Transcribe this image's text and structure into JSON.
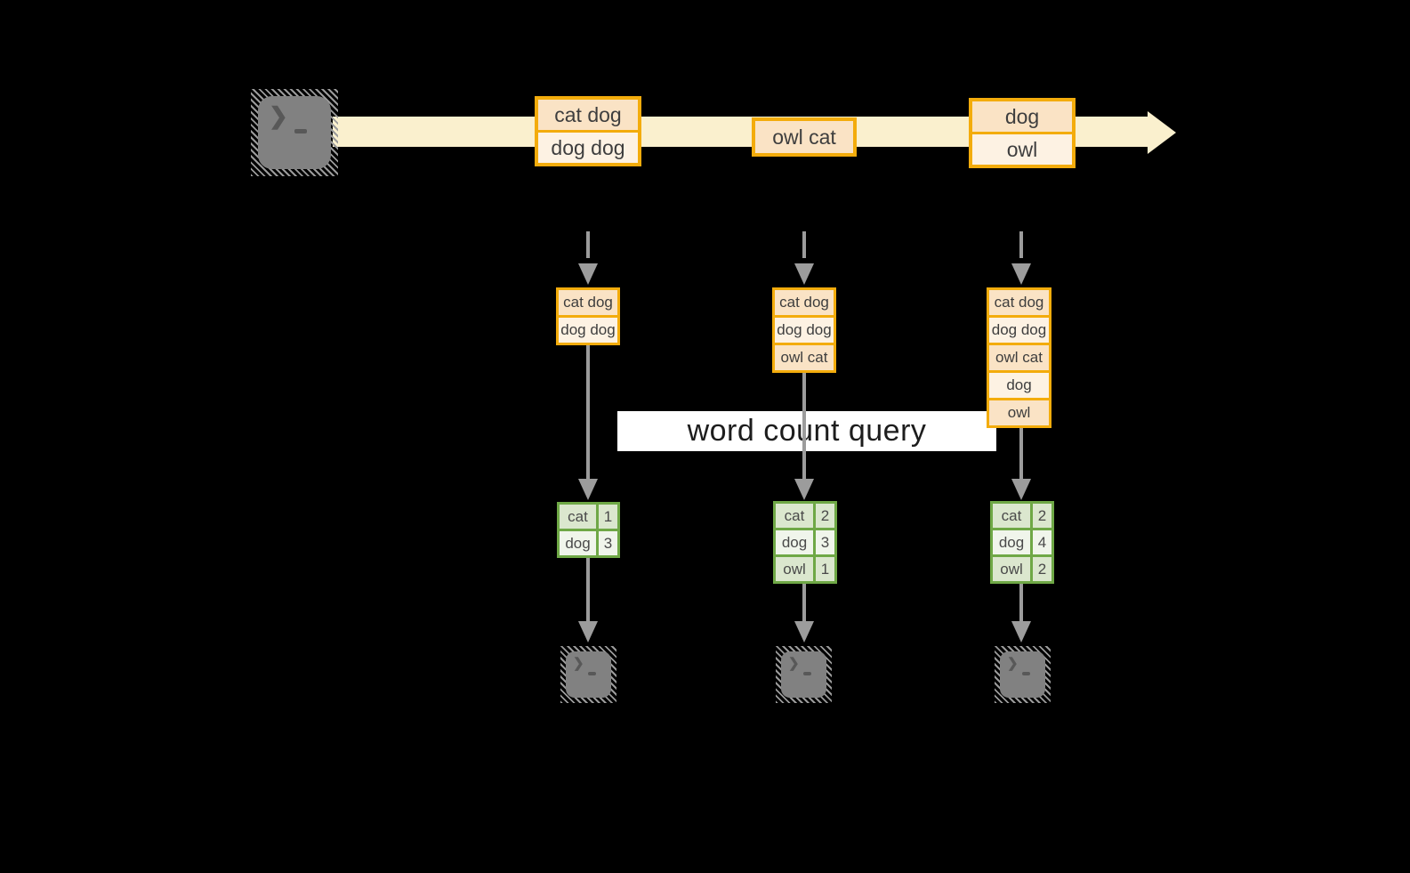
{
  "query_label": "word count query",
  "source": {
    "icon": "terminal-icon"
  },
  "stream_events": [
    {
      "rows": [
        {
          "text": "cat dog"
        },
        {
          "text": "dog dog"
        }
      ]
    },
    {
      "rows": [
        {
          "text": "owl cat"
        }
      ]
    },
    {
      "rows": [
        {
          "text": "dog"
        },
        {
          "text": "owl"
        }
      ]
    }
  ],
  "columns": [
    {
      "buffer": [
        "cat dog",
        "dog dog"
      ],
      "counts": [
        {
          "word": "cat",
          "count": "1"
        },
        {
          "word": "dog",
          "count": "3"
        }
      ],
      "sink_icon": "terminal-icon"
    },
    {
      "buffer": [
        "cat dog",
        "dog dog",
        "owl cat"
      ],
      "counts": [
        {
          "word": "cat",
          "count": "2"
        },
        {
          "word": "dog",
          "count": "3"
        },
        {
          "word": "owl",
          "count": "1"
        }
      ],
      "sink_icon": "terminal-icon"
    },
    {
      "buffer": [
        "cat dog",
        "dog dog",
        "owl cat",
        "dog",
        "owl"
      ],
      "counts": [
        {
          "word": "cat",
          "count": "2"
        },
        {
          "word": "dog",
          "count": "4"
        },
        {
          "word": "owl",
          "count": "2"
        }
      ],
      "sink_icon": "terminal-icon"
    }
  ],
  "colors": {
    "background": "#000000",
    "stream_band": "#FAF0CE",
    "event_border": "#F3AC0C",
    "event_fill_dark": "#FAE3C5",
    "event_fill_light": "#FDF2E3",
    "table_border": "#6FA846",
    "table_fill_dark": "#DBE7CE",
    "table_fill_light": "#F0F5EB",
    "connector_gray": "#9C9C9C",
    "terminal_gray": "#818181",
    "query_banner_bg": "#FFFFFF"
  }
}
